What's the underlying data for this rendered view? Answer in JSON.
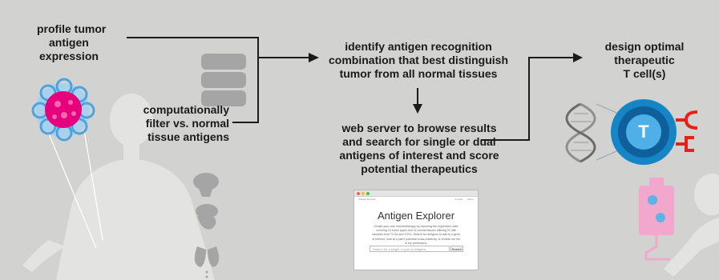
{
  "steps": {
    "profile": [
      "profile tumor",
      "antigen",
      "expression"
    ],
    "filter": [
      "computationally",
      "filter vs. normal",
      "tissue antigens"
    ],
    "identify": [
      "identify antigen recognition",
      "combination that best distinguish",
      "tumor from all normal tissues"
    ],
    "webserver": [
      "web server to browse results",
      "and search for single or dual",
      "antigens of interest and score",
      "potential therapeutics"
    ],
    "design": [
      "design optimal",
      "therapeutic",
      "T cell(s)"
    ]
  },
  "tcell_letter": "T",
  "mockup": {
    "brand": "Antigen Explorer",
    "nav": [
      "Contact",
      "About"
    ],
    "title": "Antigen Explorer",
    "description": "Create your own immunotherapy by exploring the expression data covering 24 tumor types and 34 normal tissues utilizing 21,486 samples from TCGA and GTEx. Search for antigens to add to a gene of interest, look at a pair's potential cross-reactivity, or browse our list of top predictions.",
    "search_placeholder": "Search for a single or pair of antigens",
    "search_button": "Search"
  },
  "colors": {
    "background": "#d2d3d1",
    "tumor_pink": "#e6007e",
    "tumor_blue": "#4ea3dc",
    "tcell_blue": "#1585c6",
    "receptor_red": "#e2231a",
    "iv_pink": "#f2a7cc",
    "silhouette": "#e3e3e1"
  }
}
